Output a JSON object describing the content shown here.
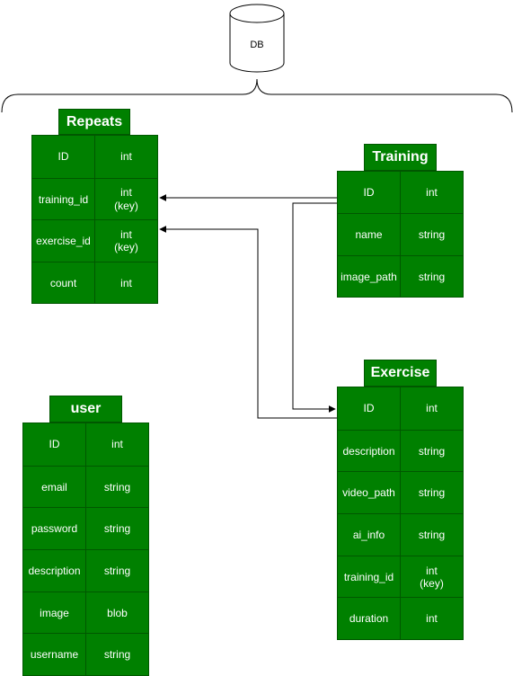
{
  "db": {
    "label": "DB"
  },
  "tables": {
    "repeats": {
      "title": "Repeats",
      "rows": [
        {
          "name": "ID",
          "type": "int"
        },
        {
          "name": "training_id",
          "type": "int\n(key)"
        },
        {
          "name": "exercise_id",
          "type": "int\n(key)"
        },
        {
          "name": "count",
          "type": "int"
        }
      ]
    },
    "training": {
      "title": "Training",
      "rows": [
        {
          "name": "ID",
          "type": "int"
        },
        {
          "name": "name",
          "type": "string"
        },
        {
          "name": "image_path",
          "type": "string"
        }
      ]
    },
    "exercise": {
      "title": "Exercise",
      "rows": [
        {
          "name": "ID",
          "type": "int"
        },
        {
          "name": "description",
          "type": "string"
        },
        {
          "name": "video_path",
          "type": "string"
        },
        {
          "name": "ai_info",
          "type": "string"
        },
        {
          "name": "training_id",
          "type": "int\n(key)"
        },
        {
          "name": "duration",
          "type": "int"
        }
      ]
    },
    "user": {
      "title": "user",
      "rows": [
        {
          "name": "ID",
          "type": "int"
        },
        {
          "name": "email",
          "type": "string"
        },
        {
          "name": "password",
          "type": "string"
        },
        {
          "name": "description",
          "type": "string"
        },
        {
          "name": "image",
          "type": "blob"
        },
        {
          "name": "username",
          "type": "string"
        }
      ]
    }
  },
  "colors": {
    "fill": "#008000",
    "stroke": "#005700",
    "text": "#ffffff",
    "line": "#000000"
  }
}
